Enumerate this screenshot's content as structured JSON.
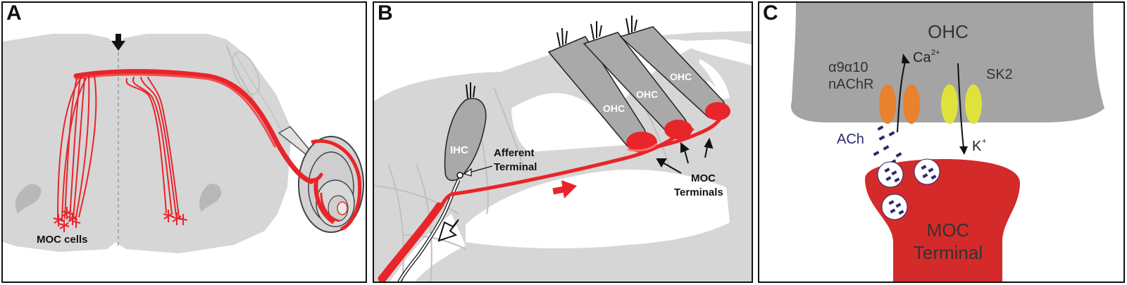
{
  "panels": {
    "a": {
      "letter": "A",
      "cells_label": "MOC cells"
    },
    "b": {
      "letter": "B",
      "ihc_label": "IHC",
      "ohc_labels": [
        "OHC",
        "OHC",
        "OHC"
      ],
      "afferent_label": [
        "Afferent",
        "Terminal"
      ],
      "moc_label": [
        "MOC",
        "Terminals"
      ]
    },
    "c": {
      "letter": "C",
      "ohc_label": "OHC",
      "receptor_label": [
        "α9α10",
        "nAChR"
      ],
      "ca_label": "Ca",
      "ca_charge": "2+",
      "sk2_label": "SK2",
      "ach_label": "ACh",
      "k_label": "K",
      "k_charge": "+",
      "terminal_label": [
        "MOC",
        "Terminal"
      ]
    }
  },
  "colors": {
    "tissue": "#d6d6d6",
    "tissue_edge": "#c2c2c2",
    "cell_fill": "#a9a9a9",
    "fiber_red": "#e8252a",
    "terminal_red": "#d42a2a",
    "receptor_orange": "#e8822c",
    "sk2_yellow": "#dfe23a",
    "ach_navy": "#2a2a6e"
  },
  "icons": [
    "down-arrow-icon",
    "red-arrow-icon",
    "hollow-arrow-icon",
    "pointer-arrow-icon",
    "cochlea-icon",
    "hair-bundle-icon"
  ]
}
